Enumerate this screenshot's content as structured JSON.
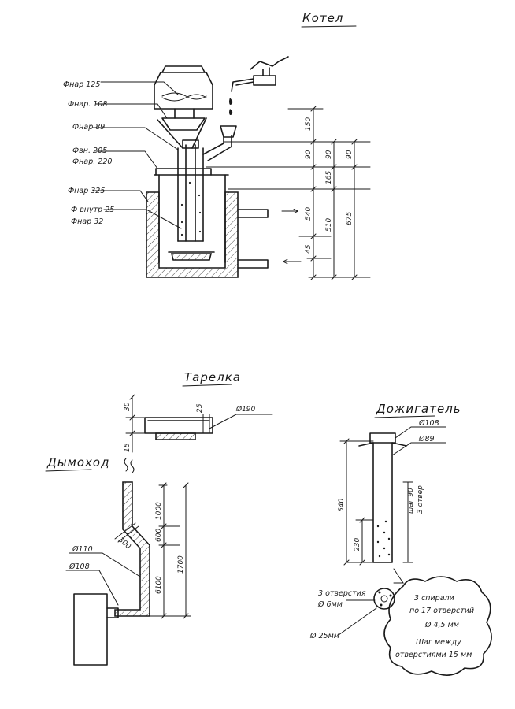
{
  "titles": {
    "boiler": "Котел",
    "plate": "Тарелка",
    "chimney": "Дымоход",
    "afterburner": "Дожигатель"
  },
  "boiler": {
    "labels": [
      "Фнар 125",
      "Фнар. 108",
      "Фнар 89",
      "Фвн. 205",
      "Фнар. 220",
      "Фнар 325",
      "Ф внутр 25",
      "Фнар 32"
    ],
    "dims": [
      "150",
      "90",
      "90",
      "90",
      "165",
      "540",
      "510",
      "675",
      "45"
    ]
  },
  "plate": {
    "dims": [
      "30",
      "25",
      "15"
    ],
    "diameter": "Ø190"
  },
  "chimney": {
    "dims": [
      "300",
      "1000",
      "600",
      "1700",
      "6100"
    ],
    "labels": [
      "Ø110",
      "Ø108"
    ]
  },
  "afterburner": {
    "labels": [
      "Ø108",
      "Ø89"
    ],
    "dims": [
      "540",
      "230",
      "шаг 90",
      "3 отвер"
    ],
    "holes_label": "3 отверстия",
    "holes_size": "Ø 6мм",
    "diam25": "Ø 25мм",
    "note": {
      "line1": "3 спирали",
      "line2": "по 17 отверстий",
      "line3": "Ø 4,5 мм",
      "line4": "Шаг между",
      "line5": "отверстиями 15 мм"
    }
  },
  "colors": {
    "ink": "#1a1a1a",
    "paper": "#ffffff"
  }
}
